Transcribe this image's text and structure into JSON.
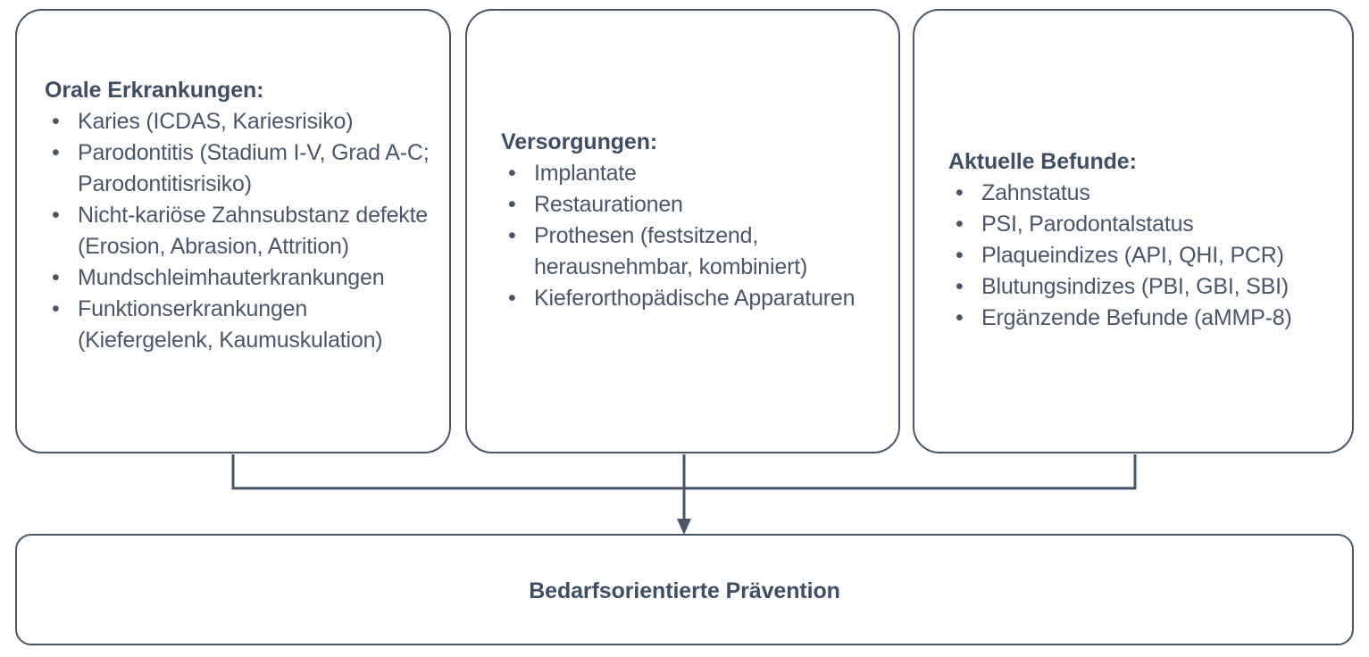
{
  "diagram": {
    "type": "flowchart",
    "accent_color": "#4a5668",
    "title_color": "#3e4e63",
    "background": "#ffffff",
    "boxes": [
      {
        "id": "orale-erkrankungen",
        "title": "Orale Erkrankungen:",
        "items": [
          "Karies (ICDAS, Kariesrisiko)",
          "Parodontitis (Stadium I-V, Grad A-C; Parodontitisrisiko)",
          "Nicht-kariöse Zahnsubstanz defekte (Erosion, Abrasion, Attrition)",
          "Mundschleimhauterkrankungen",
          "Funktionserkrankungen (Kiefergelenk, Kaumuskulation)"
        ]
      },
      {
        "id": "versorgungen",
        "title": "Versorgungen:",
        "items": [
          "Implantate",
          "Restaurationen",
          "Prothesen (festsitzend, herausnehmbar, kombiniert)",
          "Kieferorthopädische Apparaturen"
        ]
      },
      {
        "id": "aktuelle-befunde",
        "title": "Aktuelle Befunde:",
        "items": [
          "Zahnstatus",
          "PSI, Parodontalstatus",
          "Plaqueindizes (API, QHI, PCR)",
          "Blutungsindizes (PBI, GBI, SBI)",
          "Ergänzende Befunde (aMMP-8)"
        ]
      }
    ],
    "result_box": {
      "id": "bedarfsorientierte-praevention",
      "label": "Bedarfsorientierte Prävention"
    },
    "bullet_glyph": "•",
    "connector": {
      "name": "merge-arrow-connector",
      "direction": "down"
    }
  }
}
